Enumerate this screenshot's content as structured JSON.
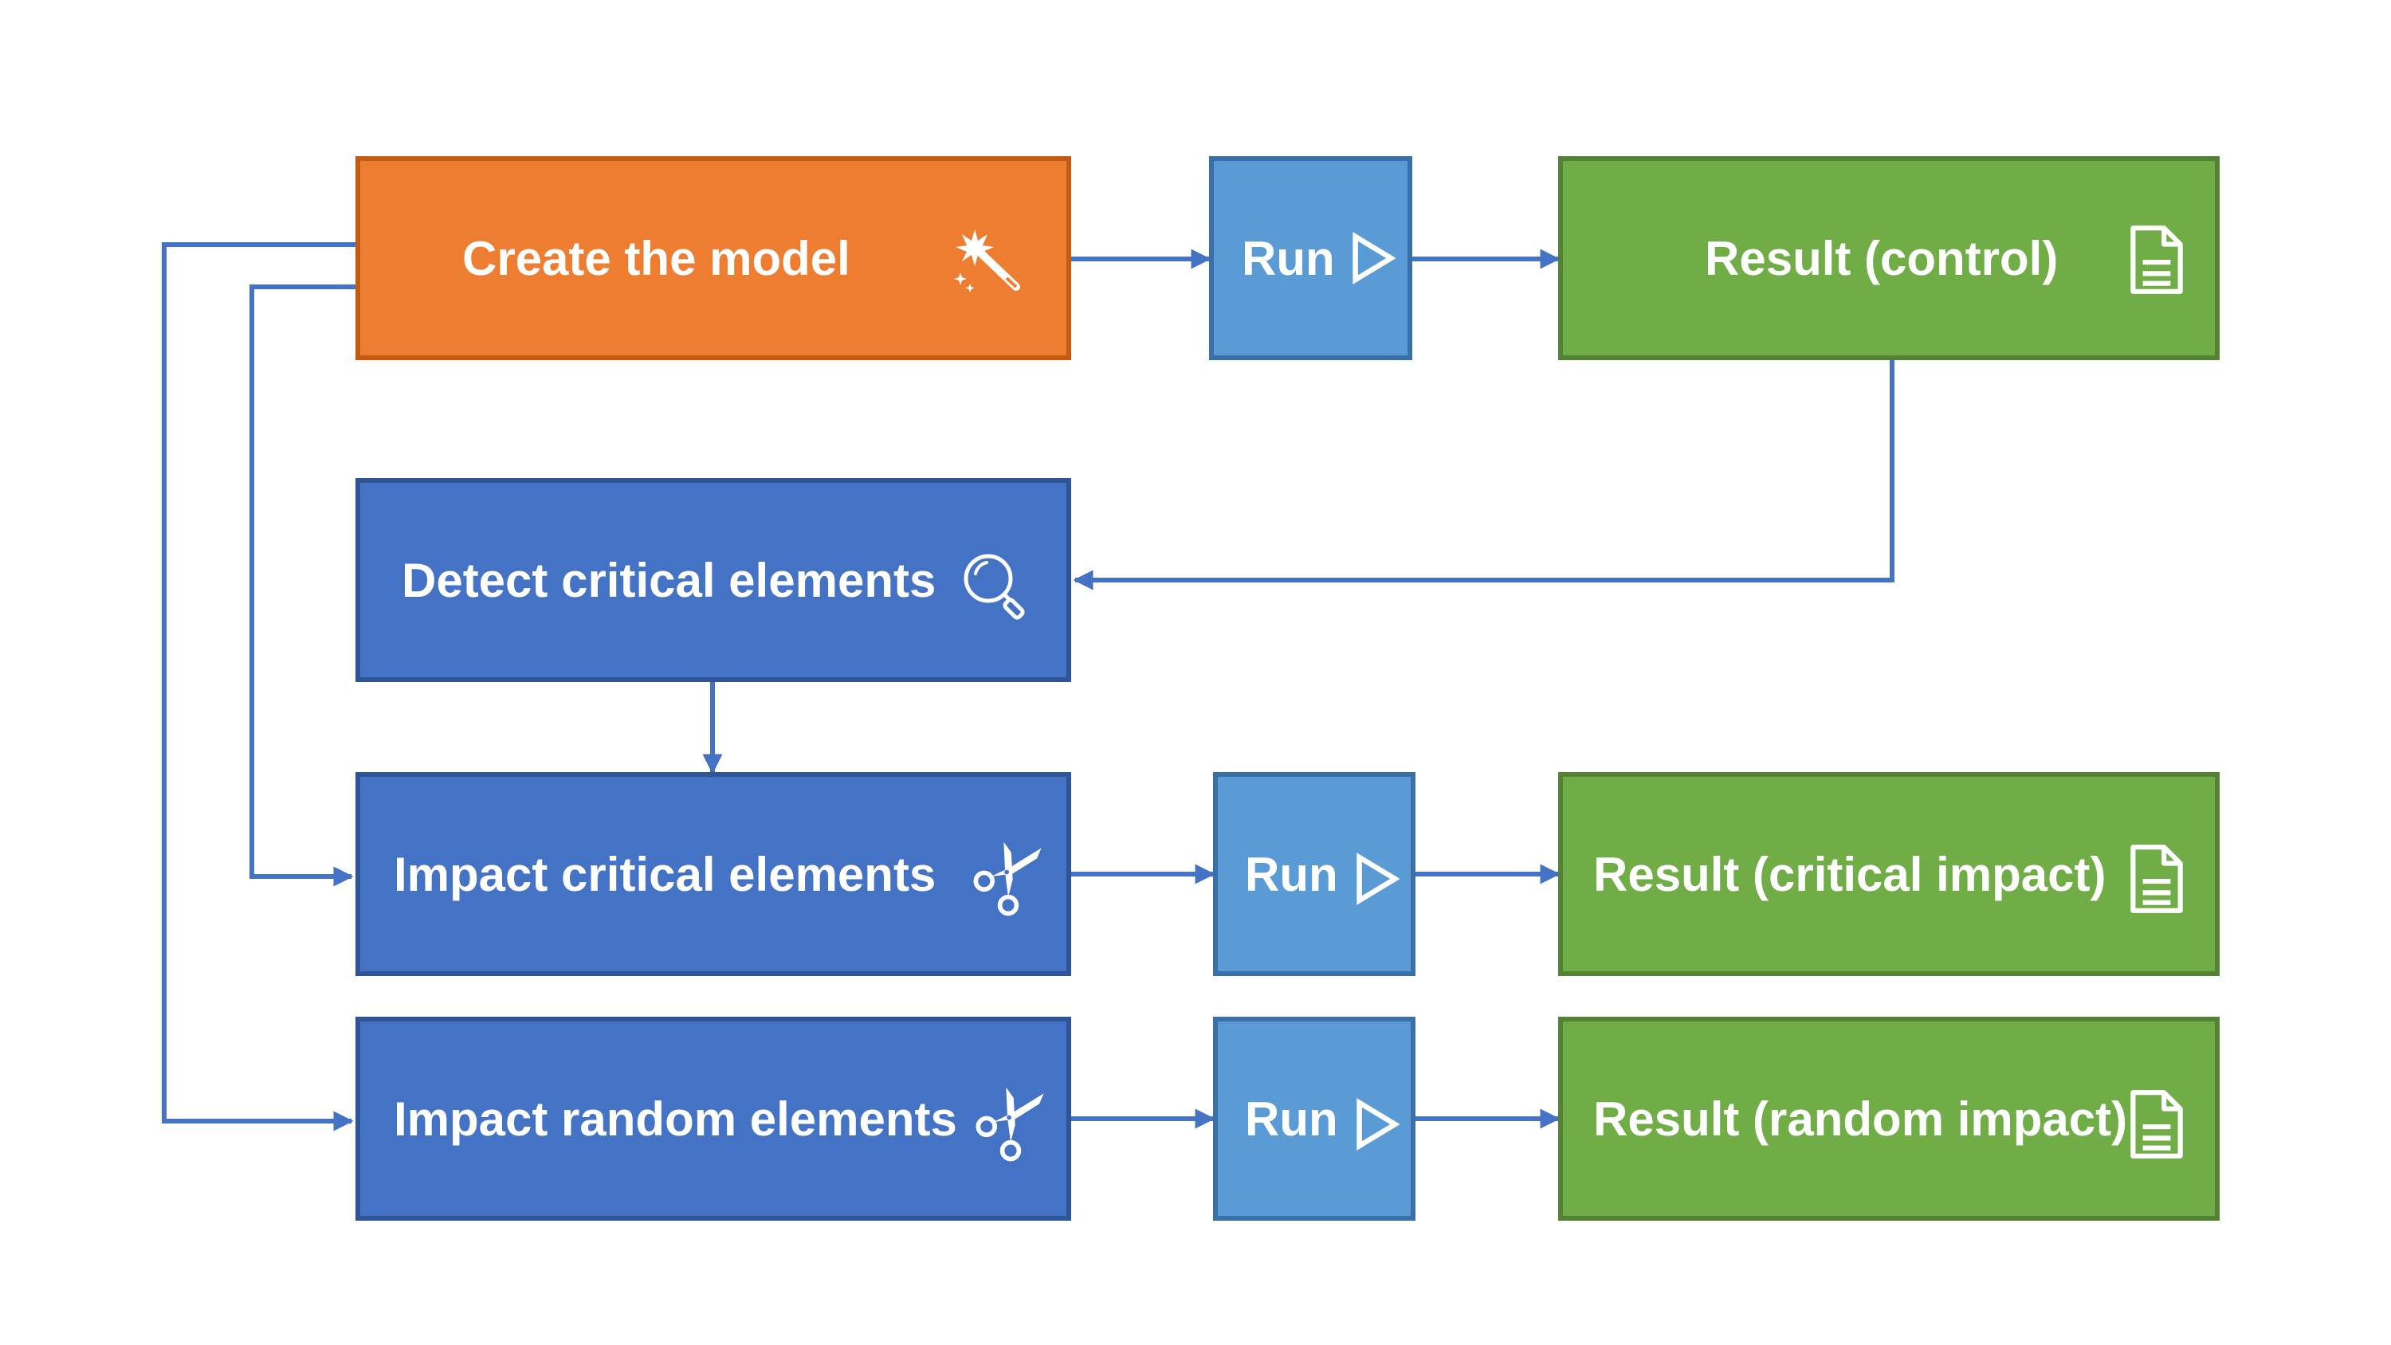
{
  "colors": {
    "create": "#ED7D31",
    "process": "#4472C4",
    "run": "#5B9BD5",
    "result": "#70AD47",
    "connector": "#4472C4"
  },
  "nodes": {
    "create": {
      "label": "Create the model",
      "icon": "magic-wand-icon"
    },
    "run1": {
      "label": "Run",
      "icon": "play-icon"
    },
    "result1": {
      "label": "Result (control)",
      "icon": "document-icon"
    },
    "detect": {
      "label": "Detect critical elements",
      "icon": "magnifier-icon"
    },
    "impact_critical": {
      "label": "Impact critical elements",
      "icon": "scissors-icon"
    },
    "run2": {
      "label": "Run",
      "icon": "play-icon"
    },
    "result2": {
      "label": "Result (critical impact)",
      "icon": "document-icon"
    },
    "impact_random": {
      "label": "Impact random elements",
      "icon": "scissors-icon"
    },
    "run3": {
      "label": "Run",
      "icon": "play-icon"
    },
    "result3": {
      "label": "Result (random impact)",
      "icon": "document-icon"
    }
  },
  "edges": [
    [
      "create",
      "run1"
    ],
    [
      "run1",
      "result1"
    ],
    [
      "result1",
      "detect"
    ],
    [
      "detect",
      "impact_critical"
    ],
    [
      "create",
      "impact_critical"
    ],
    [
      "create",
      "impact_random"
    ],
    [
      "impact_critical",
      "run2"
    ],
    [
      "run2",
      "result2"
    ],
    [
      "impact_random",
      "run3"
    ],
    [
      "run3",
      "result3"
    ]
  ]
}
